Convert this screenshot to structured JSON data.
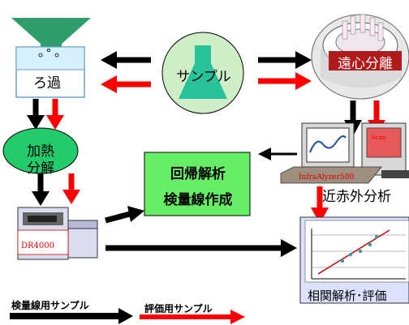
{
  "labels": {
    "filtration": "ろ過",
    "sample": "サンプル",
    "centrifuge": "遠心分離",
    "heat_line1": "加熱",
    "heat_line2": "分解",
    "regression_line1": "回帰解析",
    "regression_line2": "検量線作成",
    "nir": "近赤外分析",
    "infra_device": "InfraAlyzer500",
    "scan": "Scan",
    "dr4000": "DR4000",
    "correlation": "相関解析･評価"
  },
  "legend": {
    "calibration": "検量線用サンプル",
    "evaluation": "評価用サンプル"
  },
  "colors": {
    "black_arrow": "#000000",
    "red_arrow": "#ff0000",
    "funnel": "#2e9e6b",
    "sample_circle": "#cfeec8",
    "flask": "#28c29a",
    "heat_ellipse": "#22cc6a",
    "regression_box": "#66ee66",
    "chart_panel": "#dde0ff",
    "centrifuge_bg": "#b01a1a"
  }
}
